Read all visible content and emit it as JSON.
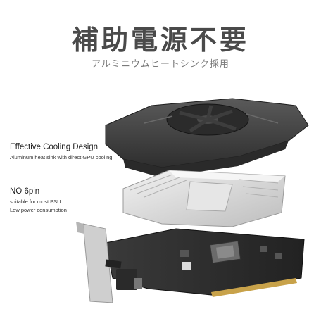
{
  "header": {
    "title": "補助電源不要",
    "subtitle": "アルミニウムヒートシンク採用"
  },
  "features": {
    "cooling": {
      "heading": "Effective Cooling Design",
      "description": "Aluminum heat sink with direct GPU cooling"
    },
    "power": {
      "heading": "NO 6pin",
      "line1": "suitable for most PSU",
      "line2": "Low power consumption"
    }
  },
  "colors": {
    "title": "#4a4a4a",
    "shroud": "#3c3c3c",
    "heatsink": "#d9d9d9",
    "pcb": "#2b2b2b",
    "bracket": "#cfcfcf",
    "gold_fingers": "#c8a24a"
  },
  "icons": {
    "fan": "fan-icon",
    "heatsink": "heatsink-icon",
    "card": "graphics-card-icon"
  }
}
